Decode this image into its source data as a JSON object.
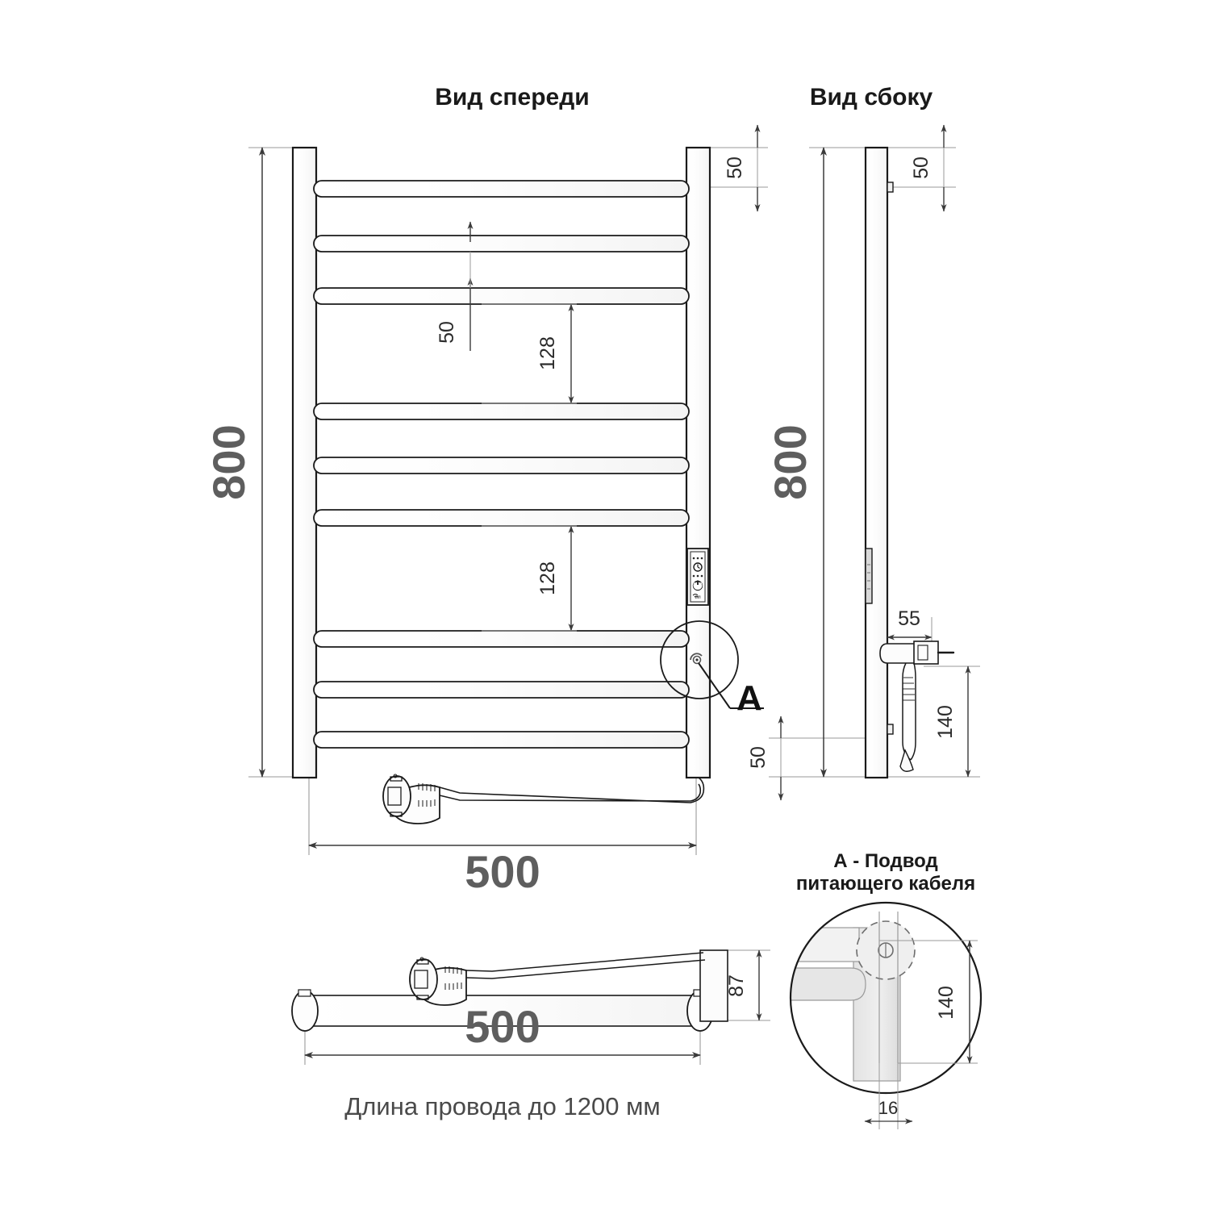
{
  "drawing": {
    "views": {
      "front_title": "Вид спереди",
      "side_title": "Вид сбоку",
      "detail_title_line1": "А - Подвод",
      "detail_title_line2": "питающего кабеля"
    },
    "callout": {
      "letter": "А"
    },
    "note": "Длина провода до 1200 мм",
    "dimensions": {
      "front_height": "800",
      "front_width": "500",
      "front_top_gap": "50",
      "front_rung_gap_small": "50",
      "front_rung_pitch_upper": "128",
      "front_rung_pitch_lower": "128",
      "side_height": "800",
      "side_top_gap": "50",
      "side_bottom_gap": "50",
      "side_depth": "55",
      "side_cable_drop": "140",
      "plan_width": "500",
      "plan_depth": "87",
      "detail_drop": "140",
      "detail_thickness": "16"
    },
    "control_panel": {
      "timer_icon": "clock-icon",
      "power_icon": "power-icon",
      "brand_mark": "wifi-mark"
    },
    "colors": {
      "line": "#1a1a1a",
      "thin": "#3a3a3a",
      "dim": "#4a4a4a",
      "bigtext": "#5e5e5e",
      "fill_light": "#e8e8e8"
    }
  }
}
